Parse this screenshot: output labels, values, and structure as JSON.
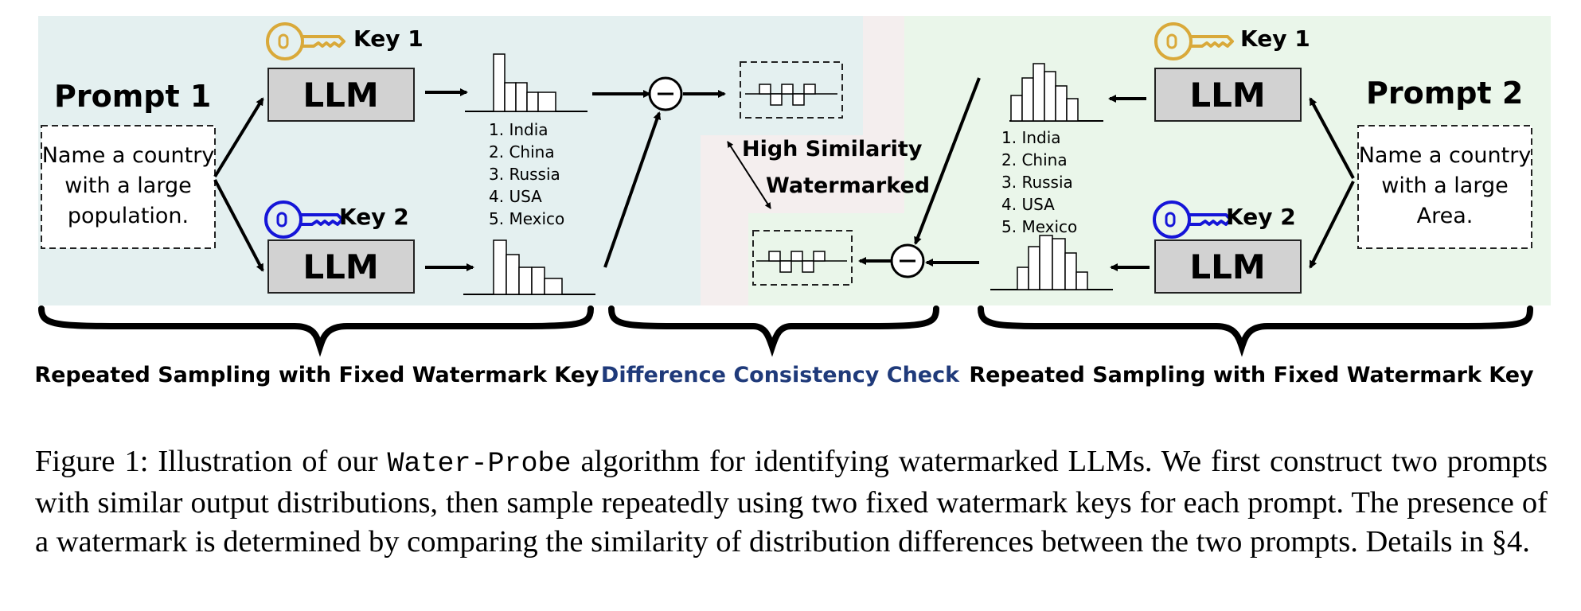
{
  "diagram": {
    "left": {
      "prompt_title": "Prompt 1",
      "prompt_lines": [
        "Name a country",
        "with a large",
        "population."
      ],
      "key1_label": "Key 1",
      "key2_label": "Key 2",
      "llm_label": "LLM",
      "list": [
        "1. India",
        "2. China",
        "3. Russia",
        "4. USA",
        "5. Mexico"
      ],
      "section_label": "Repeated Sampling with Fixed Watermark Key"
    },
    "middle": {
      "similarity_line1": "High Similarity",
      "similarity_line2": "Watermarked",
      "section_label": "Difference Consistency Check"
    },
    "right": {
      "prompt_title": "Prompt 2",
      "prompt_lines": [
        "Name a country",
        "with a large",
        "Area."
      ],
      "key1_label": "Key 1",
      "key2_label": "Key 2",
      "llm_label": "LLM",
      "list": [
        "1. India",
        "2. China",
        "3. Russia",
        "4. USA",
        "5. Mexico"
      ],
      "section_label": "Repeated Sampling with Fixed Watermark Key"
    },
    "colors": {
      "left_bg": "#e4f0f0",
      "right_bg": "#eaf6ea",
      "mid_pink": "#f4eeee",
      "gold_key": "#d9a93a",
      "blue_key": "#1515d8",
      "llm_fill": "#d2d2d2",
      "blue_label": "#1f3a7a"
    },
    "icons": [
      "gold-key-icon",
      "blue-key-icon",
      "minus-circle-icon",
      "histogram-icon"
    ]
  },
  "caption": {
    "prefix": "Figure 1: Illustration of our ",
    "algo": "Water-Probe",
    "rest": " algorithm for identifying watermarked LLMs. We first construct two prompts with similar output distributions, then sample repeatedly using two fixed watermark keys for each prompt. The presence of a watermark is determined by comparing the similarity of distribution differences between the two prompts. Details in §4."
  }
}
